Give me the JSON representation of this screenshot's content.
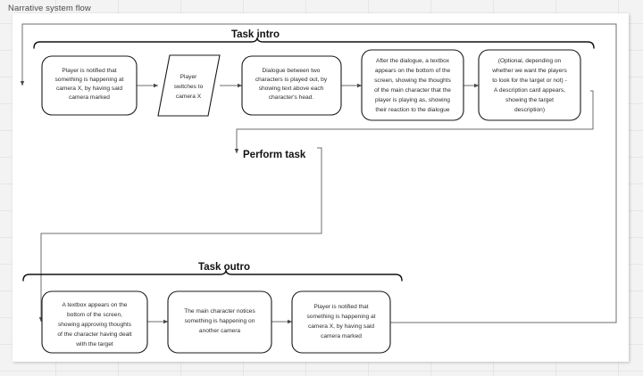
{
  "document": {
    "title": "Narrative system flow"
  },
  "canvas": {
    "background_color": "#f3f3f3",
    "sheet_color": "#ffffff",
    "grid": "on"
  },
  "colors": {
    "shape_stroke": "#1a1a1a",
    "connector_stroke": "#6e6e6e",
    "text": "#2b2b2b",
    "label_text": "#111111",
    "title_text": "#4a4a4a"
  },
  "groups": [
    {
      "id": "task-intro",
      "label": "Task intro"
    },
    {
      "id": "perform-task",
      "label": "Perform task"
    },
    {
      "id": "task-outro",
      "label": "Task outro"
    }
  ],
  "nodes": [
    {
      "id": "intro-1",
      "shape": "rounded-rect",
      "group": "task-intro",
      "lines": [
        "Player is notified that",
        "something is happening at",
        "camera X, by having said",
        "camera marked"
      ]
    },
    {
      "id": "intro-2",
      "shape": "parallelogram",
      "group": "task-intro",
      "lines": [
        "Player",
        "switches to",
        "camera X"
      ]
    },
    {
      "id": "intro-3",
      "shape": "rounded-rect",
      "group": "task-intro",
      "lines": [
        "Dialogue between two",
        "characters is played out, by",
        "showing text above each",
        "character's head."
      ]
    },
    {
      "id": "intro-4",
      "shape": "rounded-rect",
      "group": "task-intro",
      "lines": [
        "After the dialogue, a textbox",
        "appears on the bottom of the",
        "screen, showing the thoughts",
        "of the main character that the",
        "player is playing as, showing",
        "their reaction to the dialogue"
      ]
    },
    {
      "id": "intro-5",
      "shape": "rounded-rect",
      "group": "task-intro",
      "lines": [
        "(Optional, depending on",
        "whether we want the players",
        "to look for the target or not) -",
        "A description card appears,",
        "showing the target",
        "description)"
      ]
    },
    {
      "id": "outro-1",
      "shape": "rounded-rect",
      "group": "task-outro",
      "lines": [
        "A textbox appears on the",
        "bottom of the screen,",
        "showing approving thoughts",
        "of the character having dealt",
        "with the target"
      ]
    },
    {
      "id": "outro-2",
      "shape": "rounded-rect",
      "group": "task-outro",
      "lines": [
        "The main character notices",
        "something is happening on",
        "another camera"
      ]
    },
    {
      "id": "outro-3",
      "shape": "rounded-rect",
      "group": "task-outro",
      "lines": [
        "Player is notified that",
        "something is happening at",
        "camera X, by having said",
        "camera marked"
      ]
    }
  ],
  "edges": [
    {
      "from": "intro-1",
      "to": "intro-2"
    },
    {
      "from": "intro-2",
      "to": "intro-3"
    },
    {
      "from": "intro-3",
      "to": "intro-4"
    },
    {
      "from": "intro-4",
      "to": "intro-5"
    },
    {
      "from": "intro-5",
      "to": "perform-task"
    },
    {
      "from": "perform-task",
      "to": "outro-1"
    },
    {
      "from": "outro-1",
      "to": "outro-2"
    },
    {
      "from": "outro-2",
      "to": "outro-3"
    },
    {
      "from": "outro-3",
      "to": "intro-1"
    }
  ]
}
